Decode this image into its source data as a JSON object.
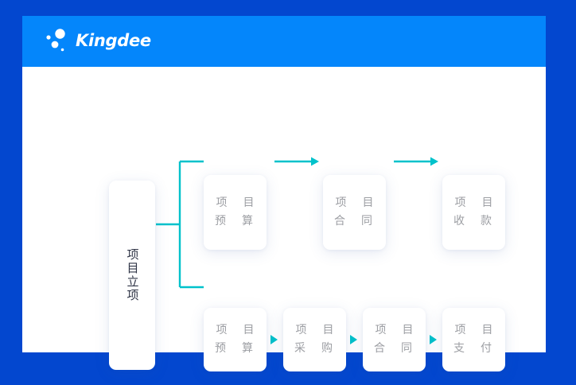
{
  "page": {
    "background_color": "#0347cf",
    "panel_color": "#ffffff"
  },
  "header": {
    "background_color": "#0486fb",
    "brand_name": "Kingdee",
    "logo_icon": "kingdee-dots-logo"
  },
  "diagram": {
    "accent_color": "#00c2cb",
    "node_text_color": "#9c9ea3",
    "origin_text_color": "#2f3446",
    "origin": {
      "label": "项目立项",
      "orientation": "vertical"
    },
    "top_row": [
      {
        "id": "t1",
        "label": "项　目\n预　算"
      },
      {
        "id": "t2",
        "label": "项　目\n合　同"
      },
      {
        "id": "t3",
        "label": "项　目\n收　款"
      }
    ],
    "bottom_row": [
      {
        "id": "b1",
        "label": "项　目\n预　算"
      },
      {
        "id": "b2",
        "label": "项　目\n采　购"
      },
      {
        "id": "b3",
        "label": "项　目\n合　同"
      },
      {
        "id": "b4",
        "label": "项　目\n支　付"
      }
    ],
    "connectors": {
      "bracket": "split-bracket",
      "top_arrows": 2,
      "bottom_arrows": 3,
      "top_arrow_style": "line-with-head",
      "bottom_arrow_style": "solid-triangle"
    }
  }
}
